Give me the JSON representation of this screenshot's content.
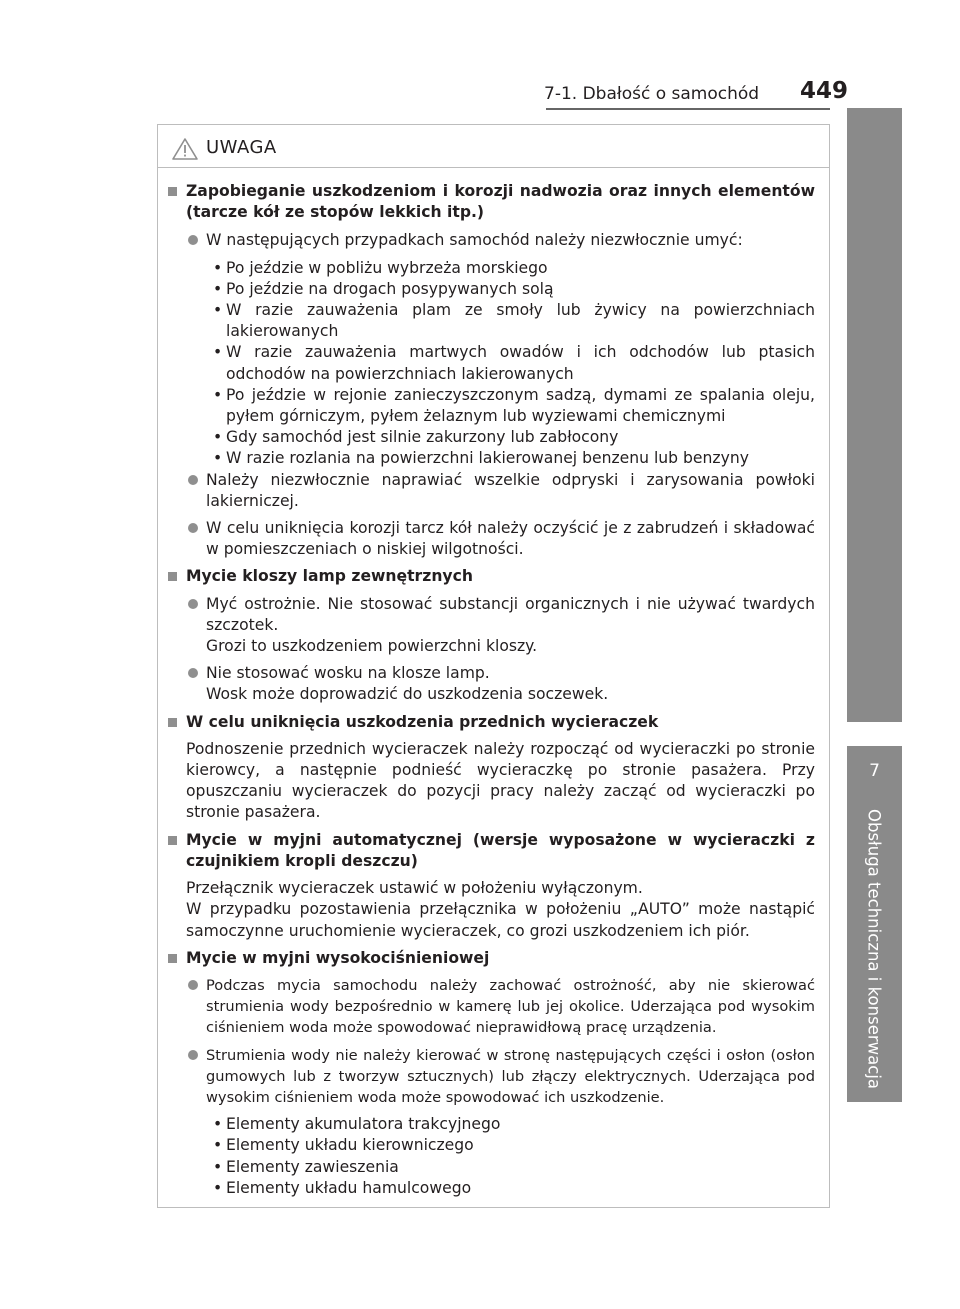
{
  "header": {
    "section_title": "7-1. Dbałość o samochód",
    "page_number": "449"
  },
  "side_tab": {
    "chapter_number": "7",
    "chapter_title": "Obsługa techniczna i konserwacja"
  },
  "warning": {
    "label": "UWAGA",
    "icon": "warning-triangle-icon"
  },
  "sections": [
    {
      "title": "Zapobieganie uszkodzeniom i korozji nadwozia oraz innych elementów (tarcze kół ze stopów lekkich itp.)",
      "items": [
        {
          "text": "W następujących przypadkach samochód należy niezwłocznie umyć:",
          "bullets": [
            "Po jeździe w pobliżu wybrzeża morskiego",
            "Po jeździe na drogach posypywanych solą",
            "W razie zauważenia plam ze smoły lub żywicy na powierzchniach lakierowanych",
            "W razie zauważenia martwych owadów i ich odchodów lub ptasich odchodów na powierzchniach lakierowanych",
            "Po jeździe w rejonie zanieczyszczonym sadzą, dymami ze spalania oleju, pyłem górniczym, pyłem żelaznym lub wyziewami chemicznymi",
            "Gdy samochód jest silnie zakurzony lub zabłocony",
            "W razie rozlania na powierzchni lakierowanej benzenu lub benzyny"
          ]
        },
        {
          "text": "Należy niezwłocznie naprawiać wszelkie odpryski i zarysowania powłoki lakierniczej."
        },
        {
          "text": "W celu uniknięcia korozji tarcz kół należy oczyścić je z zabrudzeń i składować w pomieszczeniach o niskiej wilgotności."
        }
      ]
    },
    {
      "title": "Mycie kloszy lamp zewnętrznych",
      "items": [
        {
          "text": "Myć ostrożnie. Nie stosować substancji organicznych i nie używać twardych szczotek.",
          "text2": "Grozi to uszkodzeniem powierzchni kloszy."
        },
        {
          "text": "Nie stosować wosku na klosze lamp.",
          "text2": "Wosk może doprowadzić do uszkodzenia soczewek."
        }
      ]
    },
    {
      "title": "W celu uniknięcia uszkodzenia przednich wycieraczek",
      "paragraph": "Podnoszenie przednich wycieraczek należy rozpocząć od wycieraczki po stronie kierowcy, a następnie podnieść wycieraczkę po stronie pasażera. Przy opuszczaniu wycieraczek do pozycji pracy należy zacząć od wycieraczki po stronie pasażera."
    },
    {
      "title": "Mycie w myjni automatycznej (wersje wyposażone w wycieraczki z czujnikiem kropli deszczu)",
      "paragraph": "Przełącznik wycieraczek ustawić w położeniu wyłączonym.",
      "paragraph2": "W przypadku pozostawienia przełącznika w położeniu „AUTO” może nastąpić samoczynne uruchomienie wycieraczek, co grozi uszkodzeniem ich piór."
    },
    {
      "title": "Mycie w myjni wysokociśnieniowej",
      "items": [
        {
          "text": "Podczas mycia samochodu należy zachować ostrożność, aby nie skierować strumienia wody bezpośrednio w kamerę lub jej okolice. Uderzająca pod wysokim ciśnieniem woda może spowodować nieprawidłową pracę urządzenia."
        },
        {
          "text": "Strumienia wody nie należy kierować w stronę następujących części i osłon (osłon gumowych lub z tworzyw sztucznych) lub złączy elektrycznych. Uderzająca pod wysokim ciśnieniem woda może spowodować ich uszkodzenie.",
          "bullets": [
            "Elementy akumulatora trakcyjnego",
            "Elementy układu kierowniczego",
            "Elementy zawieszenia",
            "Elementy układu hamulcowego"
          ]
        }
      ]
    }
  ]
}
